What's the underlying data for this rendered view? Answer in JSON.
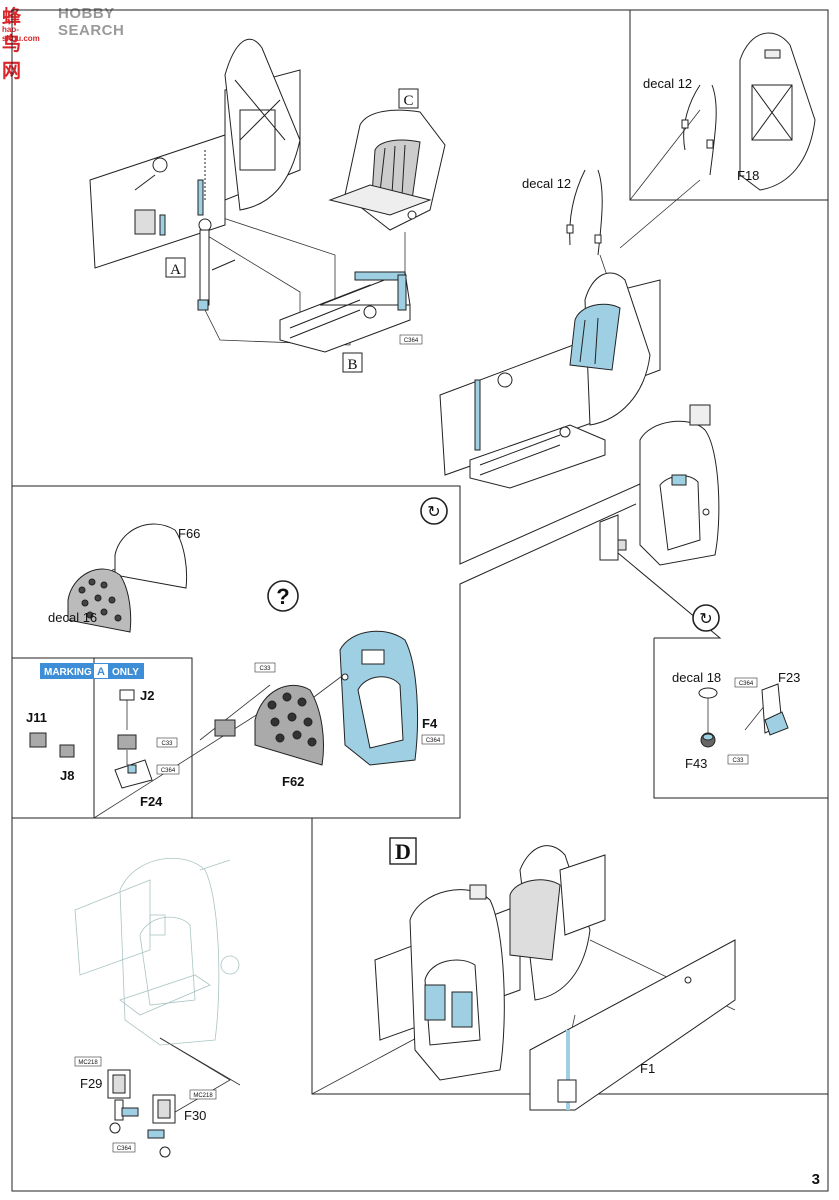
{
  "watermark": {
    "logo": "蜂鸟网",
    "brand": "HOBBY SEARCH",
    "url": "hao-shou.com"
  },
  "page_number": "3",
  "steps": {
    "a": "A",
    "b": "B",
    "c": "C",
    "d": "D"
  },
  "marking": {
    "label": "MARKING",
    "letter": "A",
    "suffix": "ONLY"
  },
  "symbols": {
    "rotate": "↻",
    "question": "?"
  },
  "parts": {
    "decal12_top": "decal 12",
    "decal12_mid": "decal 12",
    "f18": "F18",
    "f66": "F66",
    "decal16": "decal 16",
    "j2": "J2",
    "j11": "J11",
    "j8": "J8",
    "f24": "F24",
    "f62": "F62",
    "f4": "F4",
    "decal18": "decal 18",
    "f23": "F23",
    "f43": "F43",
    "f29": "F29",
    "f30": "F30",
    "f1": "F1"
  },
  "paint_codes": {
    "c364_b": "C364",
    "c33_f62": "C33",
    "c33_j2": "C33",
    "c364_f24": "C364",
    "c364_f4": "C364",
    "c364_f23": "C364",
    "c33_f43": "C33",
    "mc218_f29": "MC218",
    "mc218_f30": "MC218",
    "c364_f30": "C364"
  },
  "colors": {
    "accent_blue": "#9fcfe3",
    "marking_blue": "#3d8ed6",
    "line": "#222222",
    "watermark_red": "#d8262a"
  }
}
